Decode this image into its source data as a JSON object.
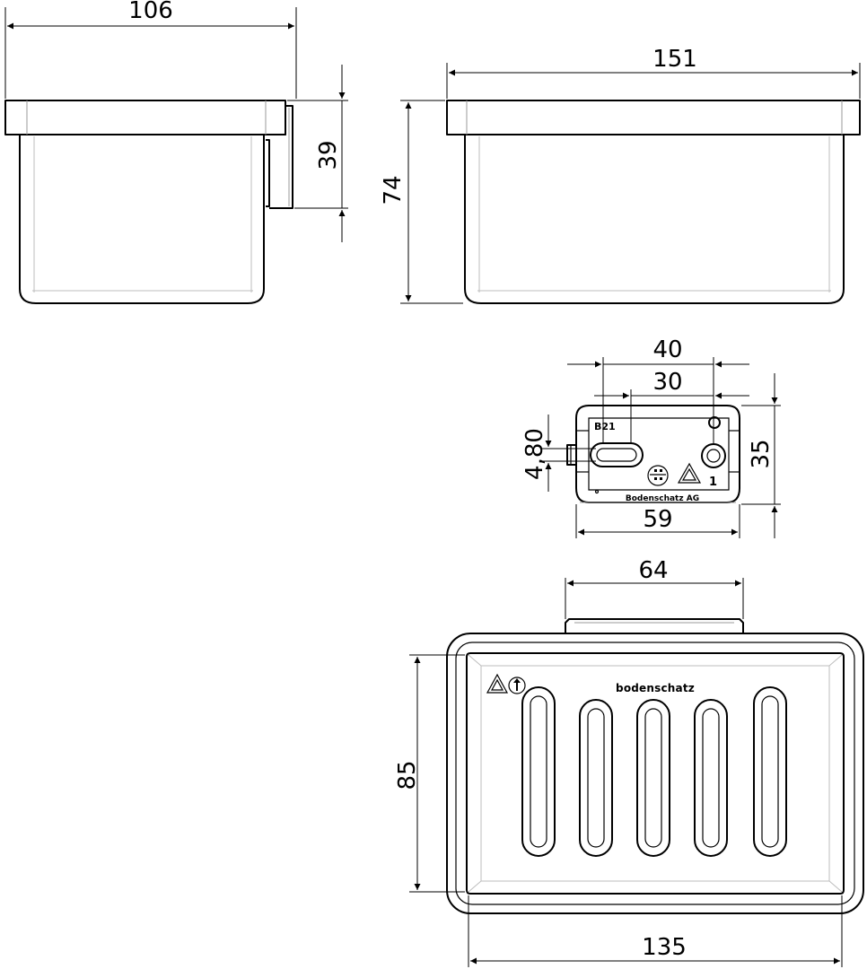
{
  "dimensions": {
    "side_depth": "106",
    "side_tab_height": "39",
    "front_height": "74",
    "front_width": "151",
    "end_width_outer": "40",
    "end_width_inner": "30",
    "end_slot": "4,80",
    "end_height": "35",
    "end_width": "59",
    "top_tab_width": "64",
    "top_depth": "85",
    "top_width": "135"
  },
  "markings": {
    "part_code": "B21",
    "part_number": "1",
    "maker_small": "Bodenschatz AG",
    "brand": "bodenschatz"
  },
  "icons": [
    "recycling-icon",
    "info-icon",
    "cooking-pot-icon",
    "cap-icon"
  ]
}
